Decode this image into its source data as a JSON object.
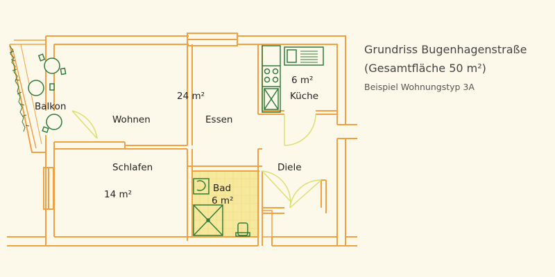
{
  "title": {
    "line1": "Grundriss Bugenhagenstraße",
    "line2": "(Gesamtfläche 50 m²)",
    "subtitle": "Beispiel Wohnungstyp 3A"
  },
  "rooms": {
    "balkon": {
      "label": "Balkon"
    },
    "wohnen": {
      "label": "Wohnen"
    },
    "essen": {
      "label": "Essen",
      "area": "24 m²"
    },
    "kueche": {
      "label": "Küche",
      "area": "6 m²"
    },
    "schlafen": {
      "label": "Schlafen",
      "area": "14 m²"
    },
    "diele": {
      "label": "Diele"
    },
    "bad": {
      "label": "Bad",
      "area": "6 m²"
    }
  },
  "colors": {
    "background": "#fcf9eb",
    "wall": "#f0a040",
    "fixture": "#2f7a3a",
    "door": "#d8e070",
    "bath_tile": "#f6e89c"
  }
}
